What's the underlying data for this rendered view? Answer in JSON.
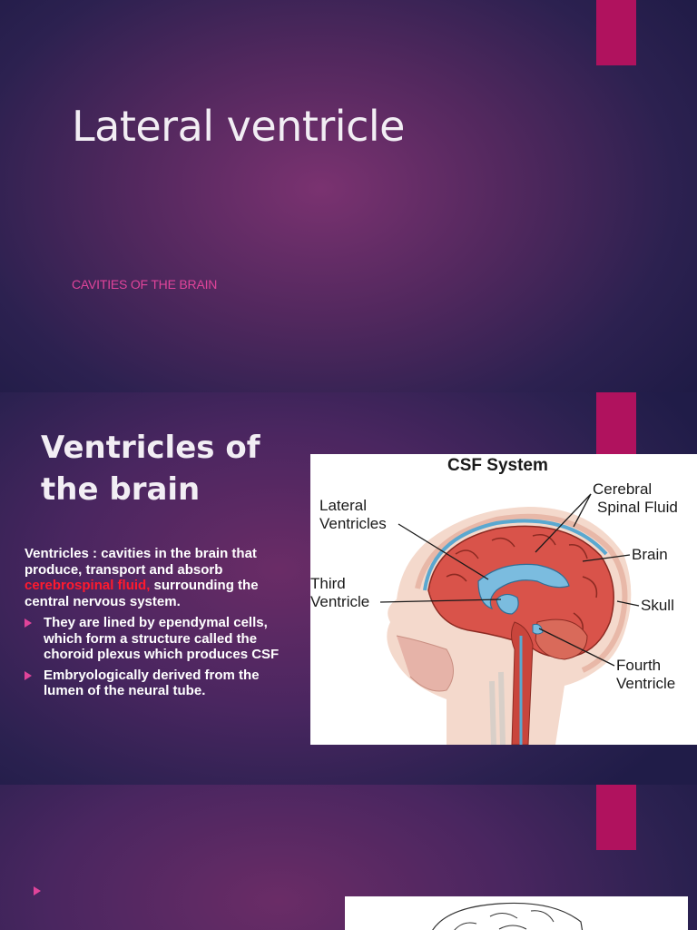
{
  "slide1": {
    "title": "Lateral ventricle",
    "subtitle": "CAVITIES OF THE BRAIN"
  },
  "slide2": {
    "title_line1": "Ventricles of",
    "title_line2": "the brain",
    "intro": {
      "lead": "Ventricles : ",
      "bold1": "cavities in the brain that produce,",
      "t1": " transport  and absorb ",
      "red": "cerebrospinal fluid,",
      "t2": " surrounding the  central nervous system."
    },
    "bullets": [
      {
        "t1": "They are lined by ependymal cells, which form a structure called ",
        "bold": "the choroid plexus",
        "t2": " which produces  CSF"
      },
      {
        "t1": "Embryologically derived from the lumen of the ",
        "bold": "neural tube",
        "t2": "."
      }
    ],
    "figure": {
      "title": "CSF System",
      "labels": {
        "lateral_1": "Lateral",
        "lateral_2": "Ventricles",
        "third_1": "Third",
        "third_2": "Ventricle",
        "cerebral_1": "Cerebral",
        "cerebral_2": "Spinal Fluid",
        "brain": "Brain",
        "skull": "Skull",
        "fourth_1": "Fourth",
        "fourth_2": "Ventricle"
      }
    }
  },
  "colors": {
    "accent": "#b0125e",
    "subtitle": "#e0449a",
    "highlight_red": "#ff1a2e"
  }
}
